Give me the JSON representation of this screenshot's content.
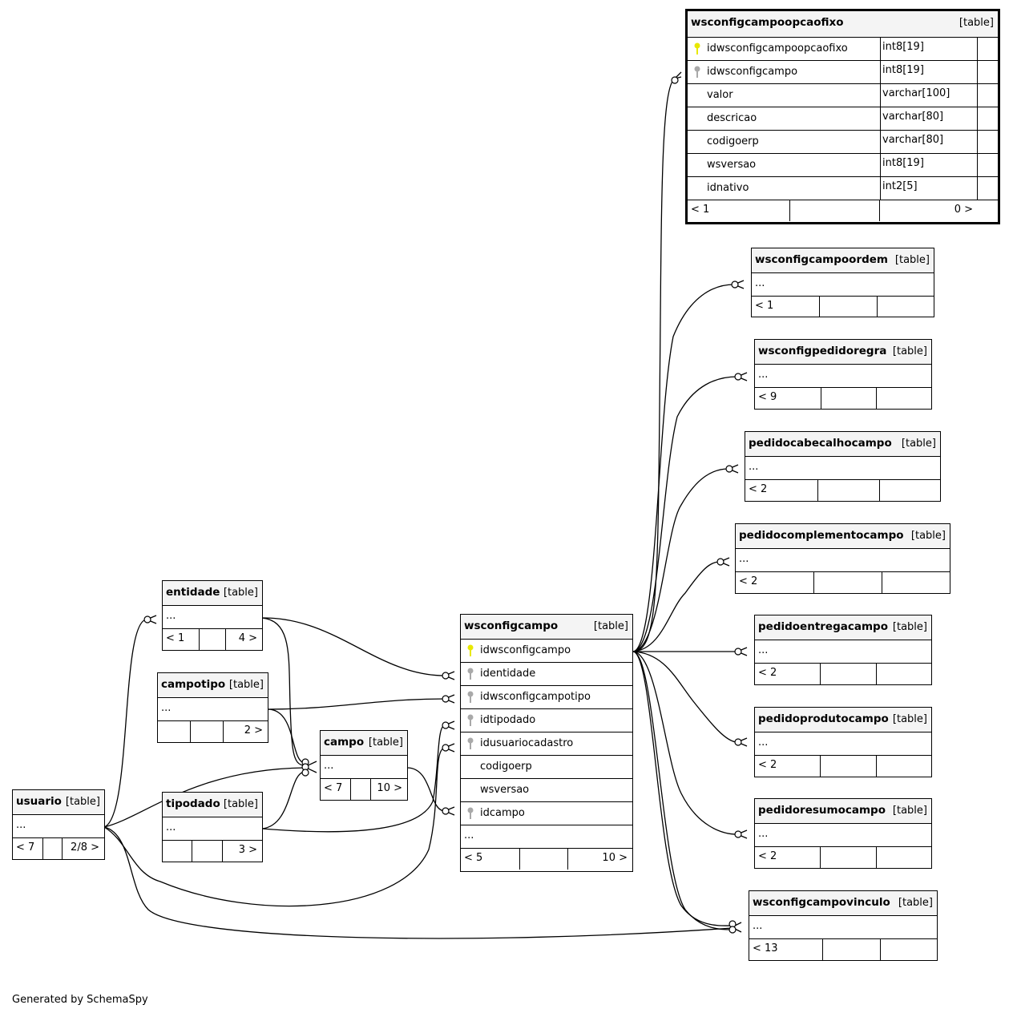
{
  "diagram": {
    "type_label": "[table]",
    "footer": "Generated by SchemaSpy",
    "colors": {
      "primary_key": "#e8e800",
      "foreign_key": "#a9a9a9",
      "header_bg": "#f4f4f4"
    },
    "tables": {
      "wsconfigcampoopcaofixo": {
        "name": "wsconfigcampoopcaofixo",
        "columns": [
          {
            "name": "idwsconfigcampoopcaofixo",
            "type": "int8[19]",
            "key": "primary"
          },
          {
            "name": "idwsconfigcampo",
            "type": "int8[19]",
            "key": "foreign"
          },
          {
            "name": "valor",
            "type": "varchar[100]",
            "key": "none"
          },
          {
            "name": "descricao",
            "type": "varchar[80]",
            "key": "none"
          },
          {
            "name": "codigoerp",
            "type": "varchar[80]",
            "key": "none"
          },
          {
            "name": "wsversao",
            "type": "int8[19]",
            "key": "none"
          },
          {
            "name": "idnativo",
            "type": "int2[5]",
            "key": "none"
          }
        ],
        "footer": {
          "parents": "< 1",
          "children": "0 >"
        }
      },
      "wsconfigcampoordem": {
        "name": "wsconfigcampoordem",
        "ellipsis": "...",
        "footer": {
          "parents": "< 1",
          "children": ""
        }
      },
      "wsconfigpedidoregra": {
        "name": "wsconfigpedidoregra",
        "ellipsis": "...",
        "footer": {
          "parents": "< 9",
          "children": ""
        }
      },
      "pedidocabecalhocampo": {
        "name": "pedidocabecalhocampo",
        "ellipsis": "...",
        "footer": {
          "parents": "< 2",
          "children": ""
        }
      },
      "pedidocomplementocampo": {
        "name": "pedidocomplementocampo",
        "ellipsis": "...",
        "footer": {
          "parents": "< 2",
          "children": ""
        }
      },
      "pedidoentregacampo": {
        "name": "pedidoentregacampo",
        "ellipsis": "...",
        "footer": {
          "parents": "< 2",
          "children": ""
        }
      },
      "pedidoprodutocampo": {
        "name": "pedidoprodutocampo",
        "ellipsis": "...",
        "footer": {
          "parents": "< 2",
          "children": ""
        }
      },
      "pedidoresumocampo": {
        "name": "pedidoresumocampo",
        "ellipsis": "...",
        "footer": {
          "parents": "< 2",
          "children": ""
        }
      },
      "wsconfigcampovinculo": {
        "name": "wsconfigcampovinculo",
        "ellipsis": "...",
        "footer": {
          "parents": "< 13",
          "children": ""
        }
      },
      "wsconfigcampo": {
        "name": "wsconfigcampo",
        "columns": [
          {
            "name": "idwsconfigcampo",
            "key": "primary"
          },
          {
            "name": "identidade",
            "key": "foreign"
          },
          {
            "name": "idwsconfigcampotipo",
            "key": "foreign"
          },
          {
            "name": "idtipodado",
            "key": "foreign"
          },
          {
            "name": "idusuariocadastro",
            "key": "foreign"
          },
          {
            "name": "codigoerp",
            "key": "none"
          },
          {
            "name": "wsversao",
            "key": "none"
          },
          {
            "name": "idcampo",
            "key": "foreign"
          }
        ],
        "ellipsis": "...",
        "footer": {
          "parents": "< 5",
          "children": "10 >"
        }
      },
      "entidade": {
        "name": "entidade",
        "ellipsis": "...",
        "footer": {
          "parents": "< 1",
          "children": "4 >"
        }
      },
      "campotipo": {
        "name": "campotipo",
        "ellipsis": "...",
        "footer": {
          "parents": "",
          "children": "2 >"
        }
      },
      "campo": {
        "name": "campo",
        "ellipsis": "...",
        "footer": {
          "parents": "< 7",
          "children": "10 >"
        }
      },
      "tipodado": {
        "name": "tipodado",
        "ellipsis": "...",
        "footer": {
          "parents": "",
          "children": "3 >"
        }
      },
      "usuario": {
        "name": "usuario",
        "ellipsis": "...",
        "footer": {
          "parents": "< 7",
          "children": "2/8 >"
        }
      }
    }
  }
}
